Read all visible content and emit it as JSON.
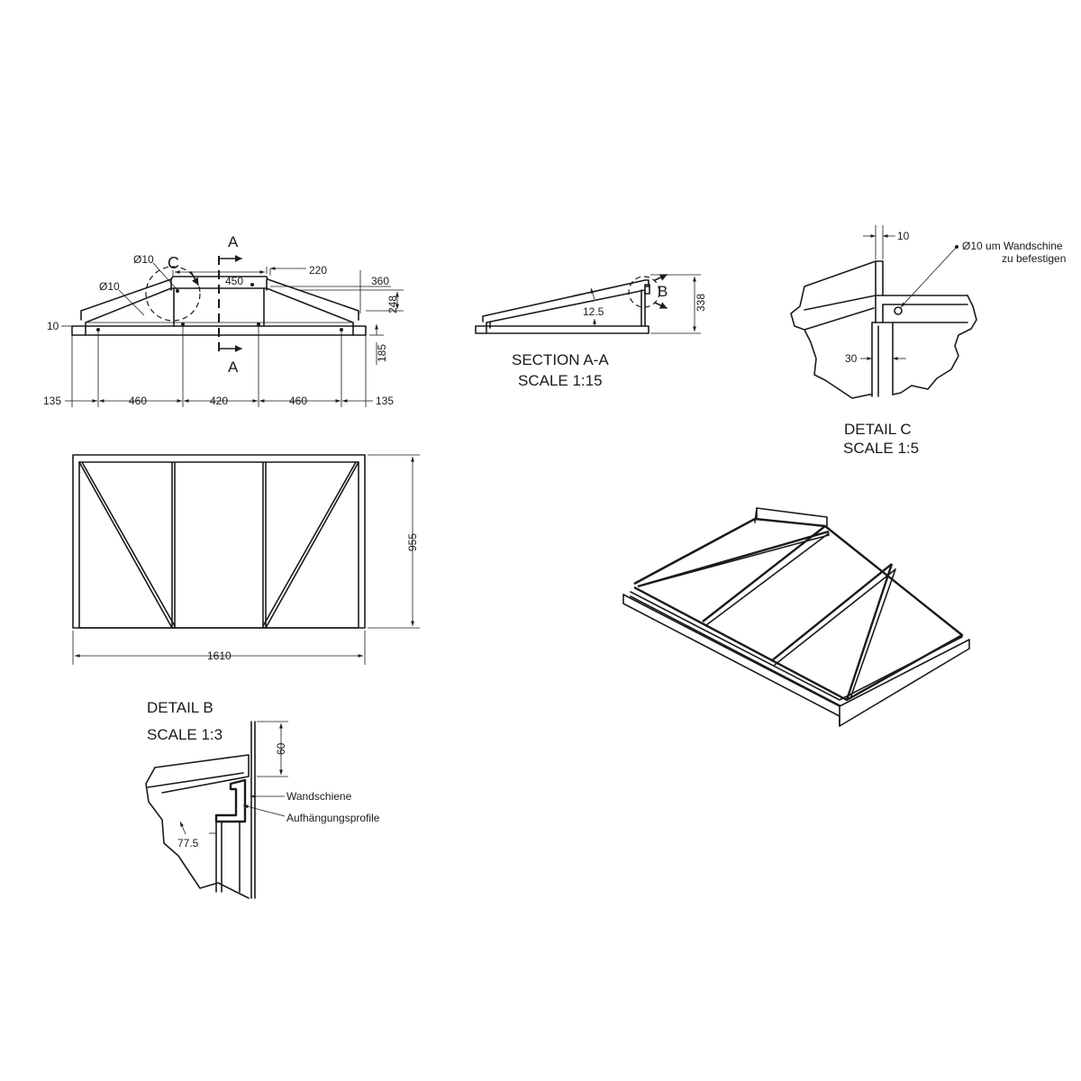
{
  "views": {
    "front": {
      "overall_bottom_dims": [
        "135",
        "460",
        "420",
        "460",
        "135"
      ],
      "left_height": "10",
      "dims_top": [
        "450",
        "220",
        "360"
      ],
      "right_heights": [
        "248",
        "185"
      ],
      "hole_labels": [
        "Ø10",
        "Ø10"
      ],
      "detail_marker": "C",
      "section_marker_top": "A",
      "section_marker_bottom": "A"
    },
    "section": {
      "title": "SECTION A-A",
      "scale": "SCALE 1:15",
      "dim_thickness": "12.5",
      "dim_height": "338",
      "detail_marker": "B"
    },
    "detail_c": {
      "title": "DETAIL  C",
      "scale": "SCALE 1:5",
      "dim_top": "10",
      "dim_side": "30",
      "note_line1": "Ø10 um Wandschine",
      "note_line2": "zu befestigen"
    },
    "plan": {
      "width": "1610",
      "depth": "955"
    },
    "detail_b": {
      "title": "DETAIL  B",
      "scale": "SCALE 1:3",
      "dim_height": "60",
      "dim_offset": "77.5",
      "label_rail": "Wandschiene",
      "label_profile": "Aufhängungsprofile"
    }
  }
}
